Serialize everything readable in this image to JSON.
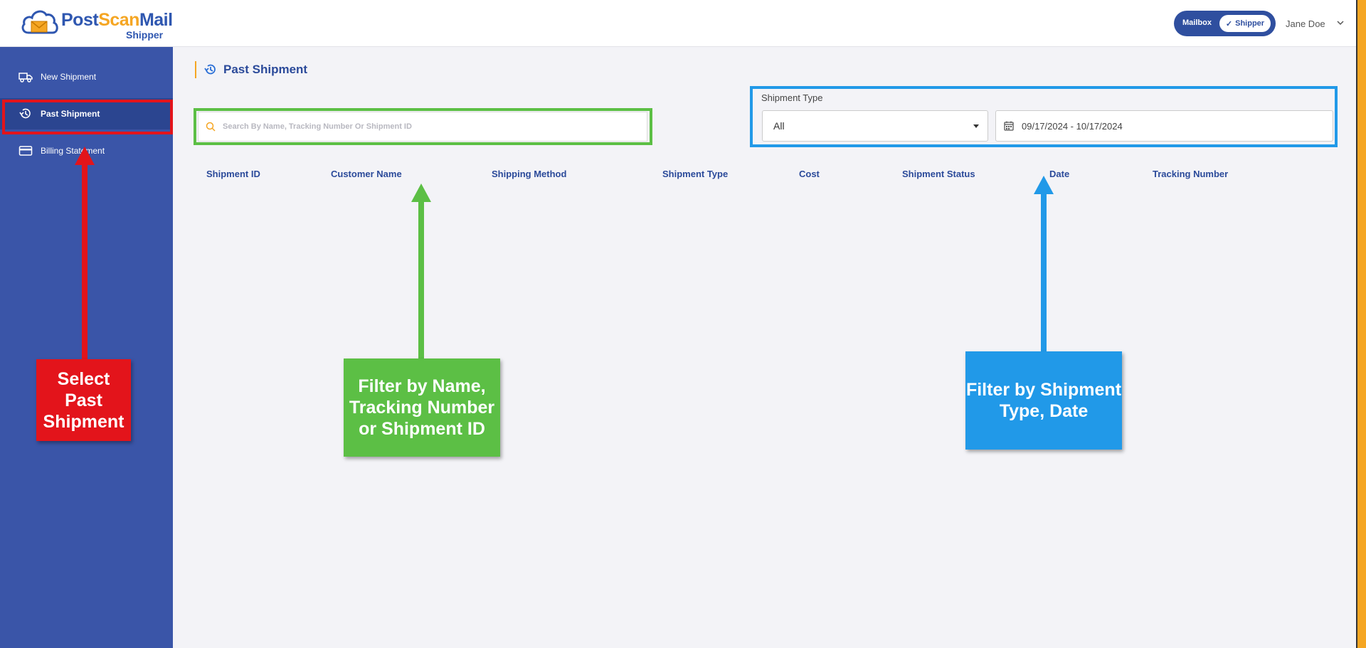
{
  "header": {
    "logo": {
      "part1": "Post",
      "part2": "Scan",
      "part3": "Mail",
      "sub": "Shipper"
    },
    "toggle": {
      "mailbox": "Mailbox",
      "shipper": "Shipper"
    },
    "user_name": "Jane Doe"
  },
  "sidebar": {
    "items": [
      {
        "label": "New Shipment",
        "icon": "truck-icon"
      },
      {
        "label": "Past Shipment",
        "icon": "history-icon",
        "active": true
      },
      {
        "label": "Billing Statement",
        "icon": "card-icon"
      }
    ]
  },
  "main": {
    "title": "Past Shipment",
    "search_placeholder": "Search By Name, Tracking Number Or Shipment ID",
    "shipment_type_label": "Shipment Type",
    "shipment_type_value": "All",
    "date_range": "09/17/2024 - 10/17/2024",
    "columns": [
      "Shipment ID",
      "Customer Name",
      "Shipping Method",
      "Shipment Type",
      "Cost",
      "Shipment Status",
      "Date",
      "Tracking Number"
    ]
  },
  "annotations": {
    "red": "Select Past Shipment",
    "green": "Filter by Name, Tracking Number or Shipment ID",
    "blue": "Filter by Shipment Type, Date"
  },
  "colors": {
    "sidebar": "#3a55a8",
    "accent": "#f5a623",
    "annotation_red": "#e3141b",
    "annotation_green": "#5cbf45",
    "annotation_blue": "#2199e8"
  }
}
